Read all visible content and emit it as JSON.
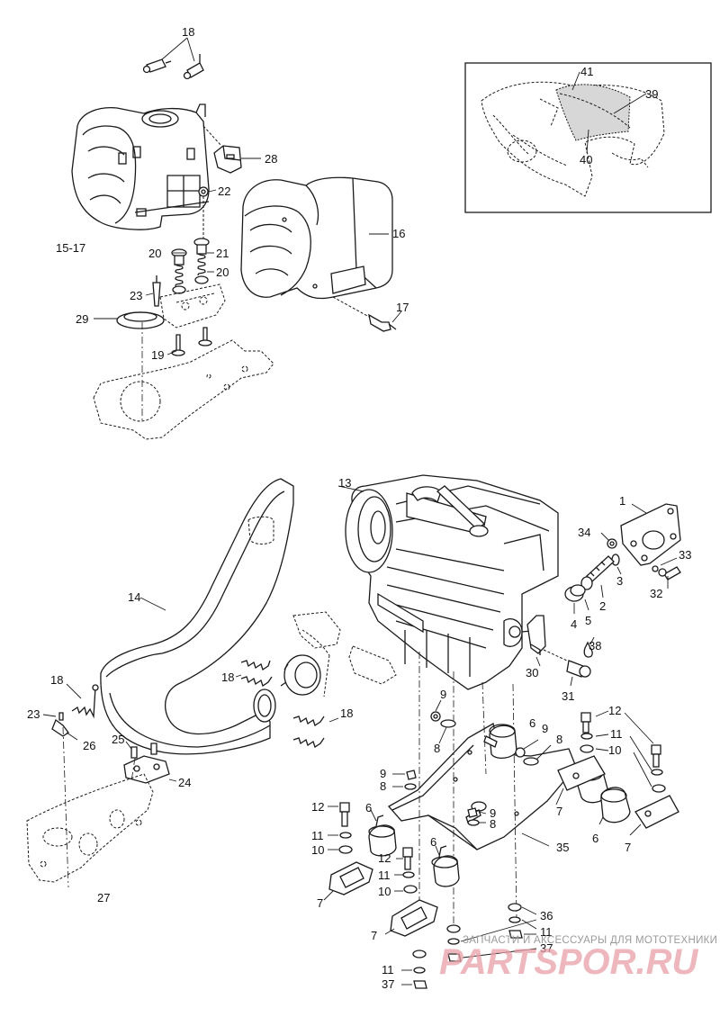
{
  "callouts": [
    {
      "id": "c18a",
      "text": "18"
    },
    {
      "id": "c28",
      "text": "28"
    },
    {
      "id": "c22",
      "text": "22"
    },
    {
      "id": "c1517",
      "text": "15-17"
    },
    {
      "id": "c16",
      "text": "16"
    },
    {
      "id": "c20a",
      "text": "20"
    },
    {
      "id": "c21",
      "text": "21"
    },
    {
      "id": "c20b",
      "text": "20"
    },
    {
      "id": "c23a",
      "text": "23"
    },
    {
      "id": "c29",
      "text": "29"
    },
    {
      "id": "c17",
      "text": "17"
    },
    {
      "id": "c19",
      "text": "19"
    },
    {
      "id": "c41",
      "text": "41"
    },
    {
      "id": "c39",
      "text": "39"
    },
    {
      "id": "c40",
      "text": "40"
    },
    {
      "id": "c13",
      "text": "13"
    },
    {
      "id": "c1",
      "text": "1"
    },
    {
      "id": "c34",
      "text": "34"
    },
    {
      "id": "c33",
      "text": "33"
    },
    {
      "id": "c3",
      "text": "3"
    },
    {
      "id": "c2",
      "text": "2"
    },
    {
      "id": "c32",
      "text": "32"
    },
    {
      "id": "c5",
      "text": "5"
    },
    {
      "id": "c4",
      "text": "4"
    },
    {
      "id": "c14",
      "text": "14"
    },
    {
      "id": "c38",
      "text": "38"
    },
    {
      "id": "c30",
      "text": "30"
    },
    {
      "id": "c31",
      "text": "31"
    },
    {
      "id": "c18b",
      "text": "18"
    },
    {
      "id": "c18c",
      "text": "18"
    },
    {
      "id": "c18d",
      "text": "18"
    },
    {
      "id": "c23b",
      "text": "23"
    },
    {
      "id": "c26",
      "text": "26"
    },
    {
      "id": "c25",
      "text": "25"
    },
    {
      "id": "c24",
      "text": "24"
    },
    {
      "id": "c27",
      "text": "27"
    },
    {
      "id": "c9a",
      "text": "9"
    },
    {
      "id": "c8a",
      "text": "8"
    },
    {
      "id": "c6a",
      "text": "6"
    },
    {
      "id": "c9b",
      "text": "9"
    },
    {
      "id": "c8b",
      "text": "8"
    },
    {
      "id": "c12a",
      "text": "12"
    },
    {
      "id": "c11a",
      "text": "11"
    },
    {
      "id": "c10a",
      "text": "10"
    },
    {
      "id": "c9c",
      "text": "9"
    },
    {
      "id": "c8c",
      "text": "8"
    },
    {
      "id": "c7a",
      "text": "7"
    },
    {
      "id": "c9d",
      "text": "9"
    },
    {
      "id": "c8d",
      "text": "8"
    },
    {
      "id": "c6b",
      "text": "6"
    },
    {
      "id": "c7b",
      "text": "7"
    },
    {
      "id": "c12b",
      "text": "12"
    },
    {
      "id": "c6c",
      "text": "6"
    },
    {
      "id": "c11b",
      "text": "11"
    },
    {
      "id": "c10b",
      "text": "10"
    },
    {
      "id": "c35",
      "text": "35"
    },
    {
      "id": "c12c",
      "text": "12"
    },
    {
      "id": "c6d",
      "text": "6"
    },
    {
      "id": "c11c",
      "text": "11"
    },
    {
      "id": "c10c",
      "text": "10"
    },
    {
      "id": "c7c",
      "text": "7"
    },
    {
      "id": "c7d",
      "text": "7"
    },
    {
      "id": "c36",
      "text": "36"
    },
    {
      "id": "c11d",
      "text": "11"
    },
    {
      "id": "c37a",
      "text": "37"
    },
    {
      "id": "c11e",
      "text": "11"
    },
    {
      "id": "c37b",
      "text": "37"
    }
  ],
  "watermark": {
    "text": "ЗАПЧАСТИ И АКСЕССУАРЫ ДЛЯ МОТОТЕХНИКИ",
    "logo": "PARTSPOR.RU",
    "color": "#e9a0a8"
  }
}
